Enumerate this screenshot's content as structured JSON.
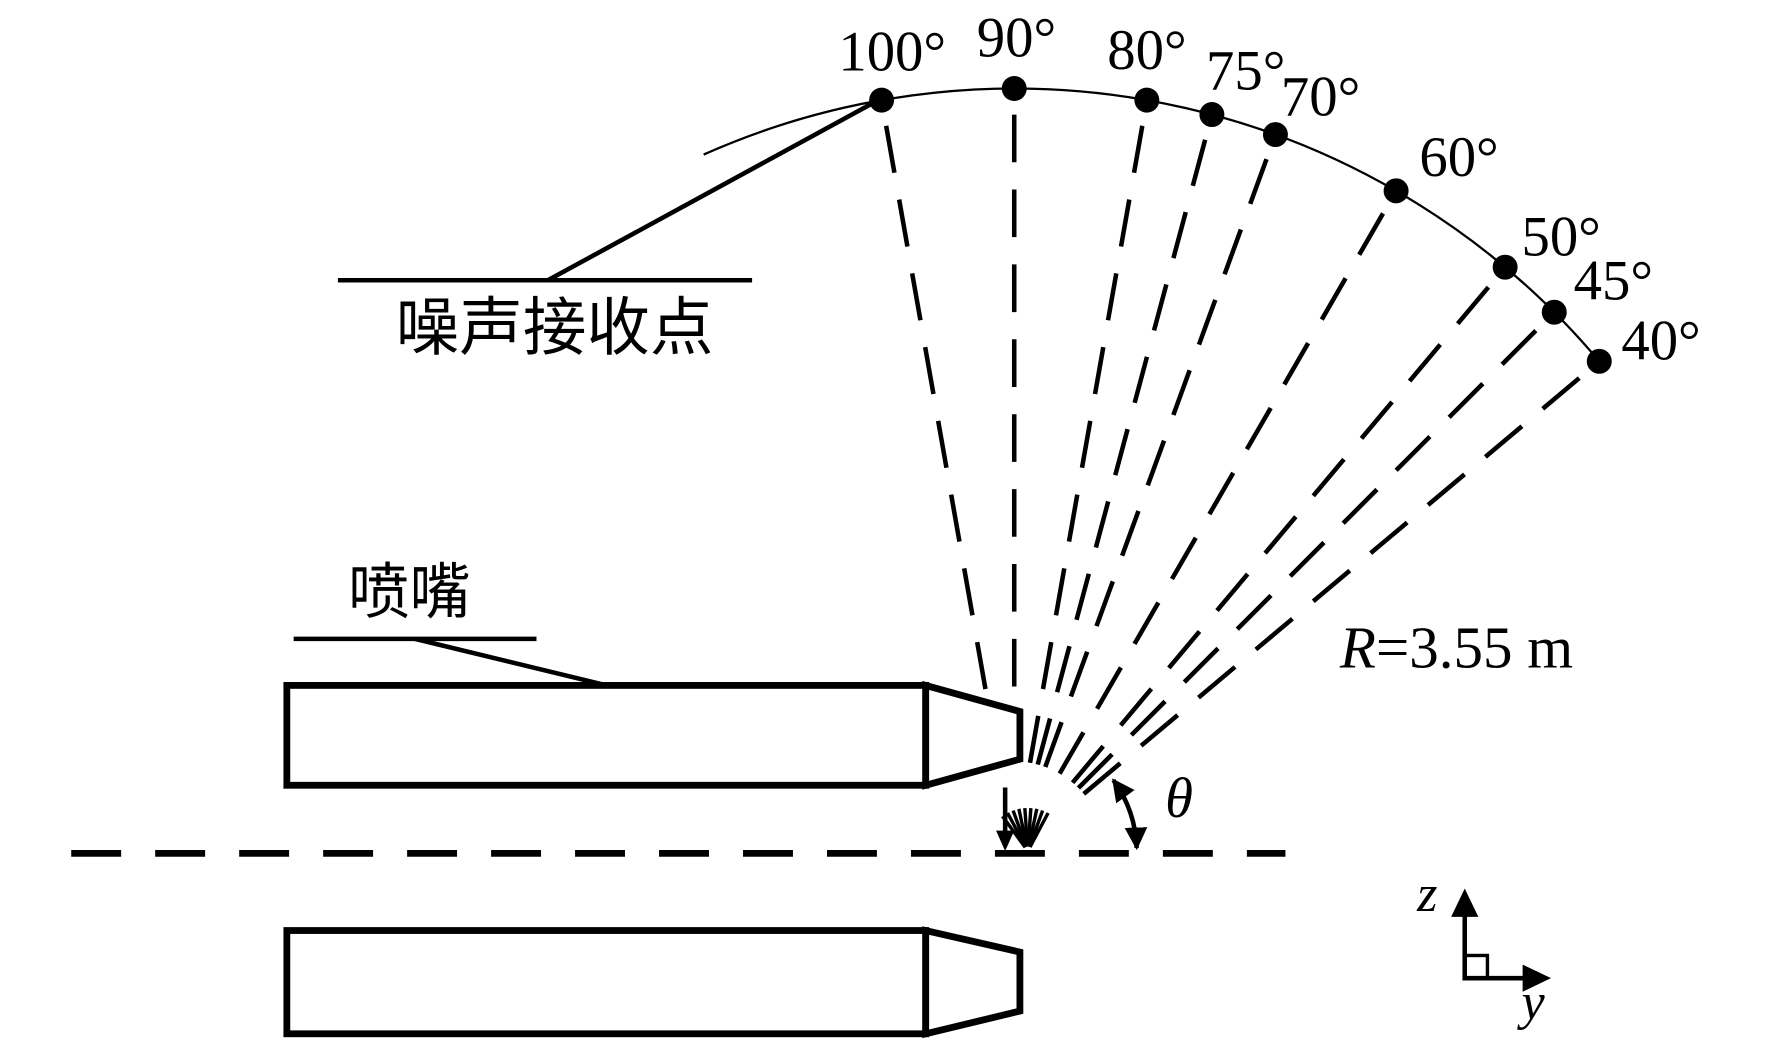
{
  "colors": {
    "ink": "#000000",
    "background": "#ffffff"
  },
  "labels": {
    "receiver_points": "噪声接收点",
    "nozzle": "喷嘴",
    "radius_symbol": "R",
    "radius_value": "=3.55 m",
    "angle_symbol": "θ",
    "axis_z": "z",
    "axis_y": "y"
  },
  "receivers": [
    {
      "angle": 100,
      "label": "100°"
    },
    {
      "angle": 90,
      "label": "90°"
    },
    {
      "angle": 80,
      "label": "80°"
    },
    {
      "angle": 75,
      "label": "75°"
    },
    {
      "angle": 70,
      "label": "70°"
    },
    {
      "angle": 60,
      "label": "60°"
    },
    {
      "angle": 50,
      "label": "50°"
    },
    {
      "angle": 45,
      "label": "45°"
    },
    {
      "angle": 40,
      "label": "40°"
    }
  ]
}
